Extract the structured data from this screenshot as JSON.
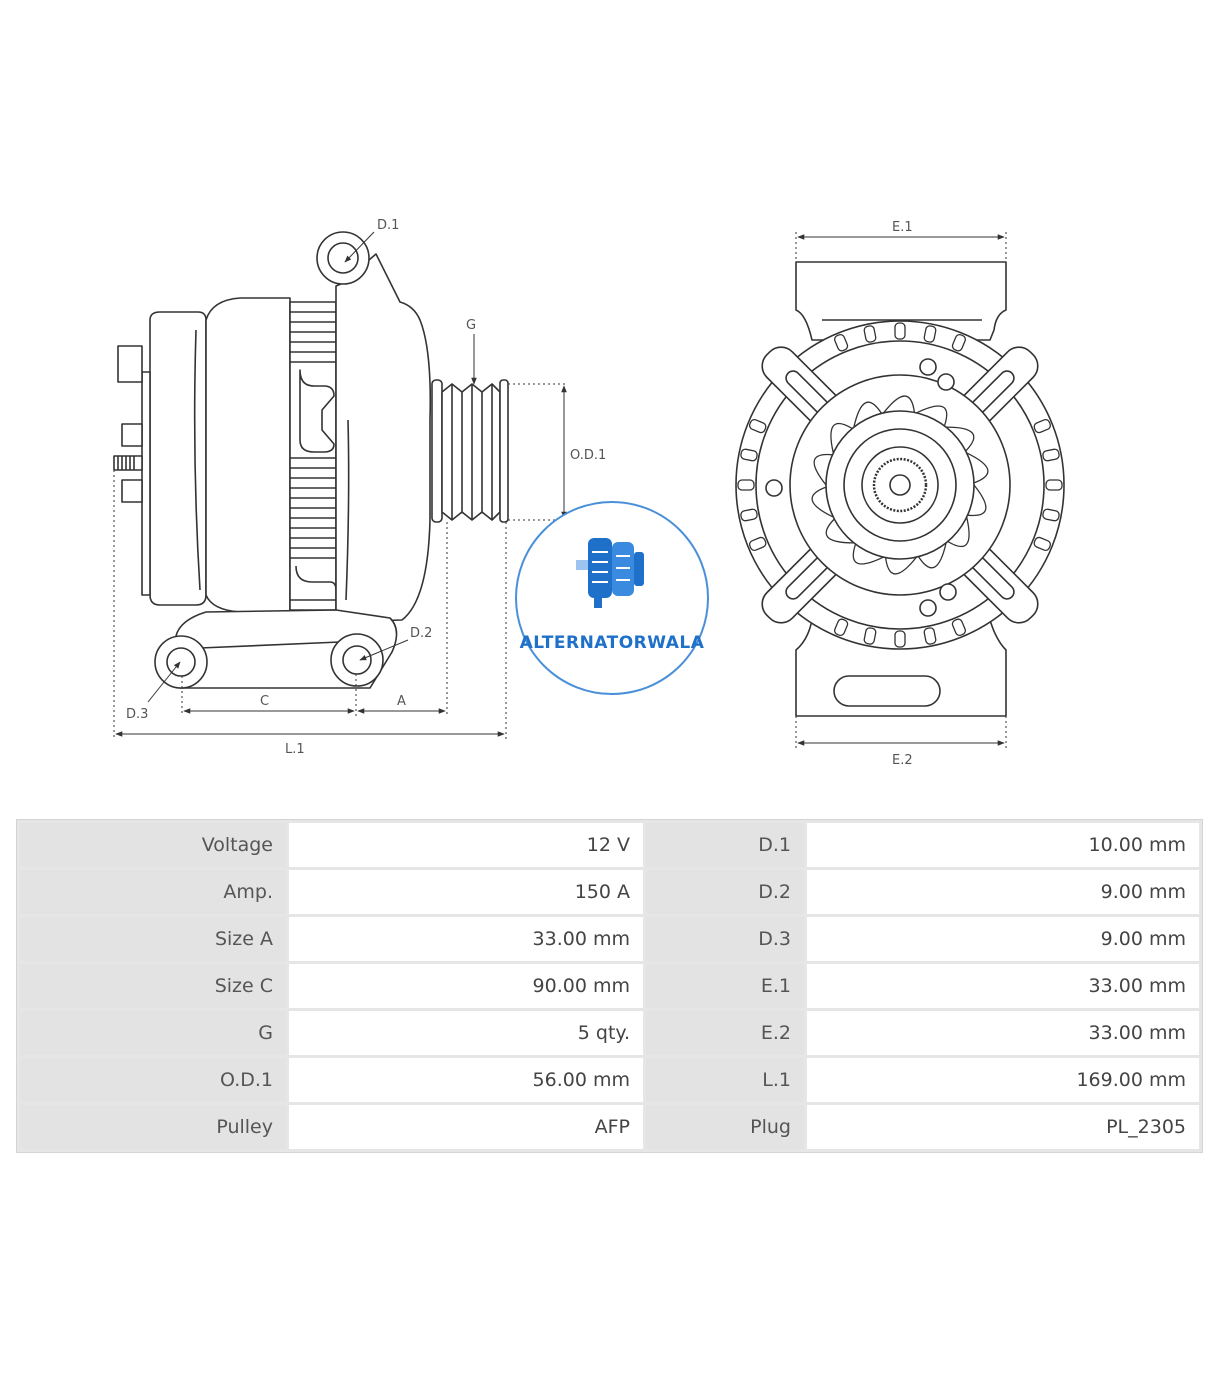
{
  "diagram": {
    "side_labels": {
      "d1": "D.1",
      "g": "G",
      "od1": "O.D.1",
      "d2": "D.2",
      "d3": "D.3",
      "c": "C",
      "a": "A",
      "l1": "L.1"
    },
    "front_labels": {
      "e1": "E.1",
      "e2": "E.2"
    },
    "watermark": {
      "text": "ALTERNATORWALA",
      "color": "#1e70c8"
    }
  },
  "specs": {
    "rows": [
      {
        "k1": "Voltage",
        "v1": "12 V",
        "k2": "D.1",
        "v2": "10.00 mm"
      },
      {
        "k1": "Amp.",
        "v1": "150 A",
        "k2": "D.2",
        "v2": "9.00 mm"
      },
      {
        "k1": "Size A",
        "v1": "33.00 mm",
        "k2": "D.3",
        "v2": "9.00 mm"
      },
      {
        "k1": "Size C",
        "v1": "90.00 mm",
        "k2": "E.1",
        "v2": "33.00 mm"
      },
      {
        "k1": "G",
        "v1": "5 qty.",
        "k2": "E.2",
        "v2": "33.00 mm"
      },
      {
        "k1": "O.D.1",
        "v1": "56.00 mm",
        "k2": "L.1",
        "v2": "169.00 mm"
      },
      {
        "k1": "Pulley",
        "v1": "AFP",
        "k2": "Plug",
        "v2": "PL_2305"
      }
    ]
  }
}
